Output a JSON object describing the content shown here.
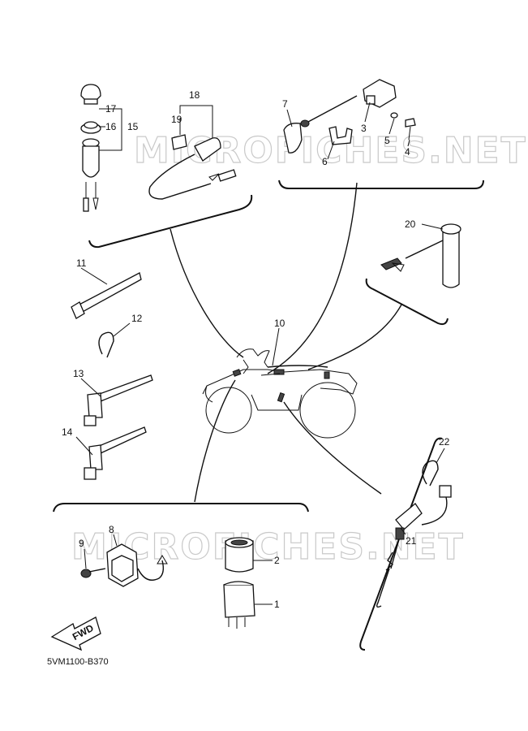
{
  "watermarks": [
    "MICROFICHES.NET",
    "MICROFICHES.NET"
  ],
  "diagram_code": "5VM1100-B370",
  "fwd_label": "FWD",
  "callouts": {
    "c1": "1",
    "c2": "2",
    "c3": "3",
    "c4": "4",
    "c5": "5",
    "c6": "6",
    "c7": "7",
    "c8": "8",
    "c9": "9",
    "c10": "10",
    "c11": "11",
    "c12": "12",
    "c13": "13",
    "c14": "14",
    "c15": "15",
    "c16": "16",
    "c17": "17",
    "c18": "18",
    "c19": "19",
    "c20": "20",
    "c21": "21",
    "c22": "22"
  }
}
